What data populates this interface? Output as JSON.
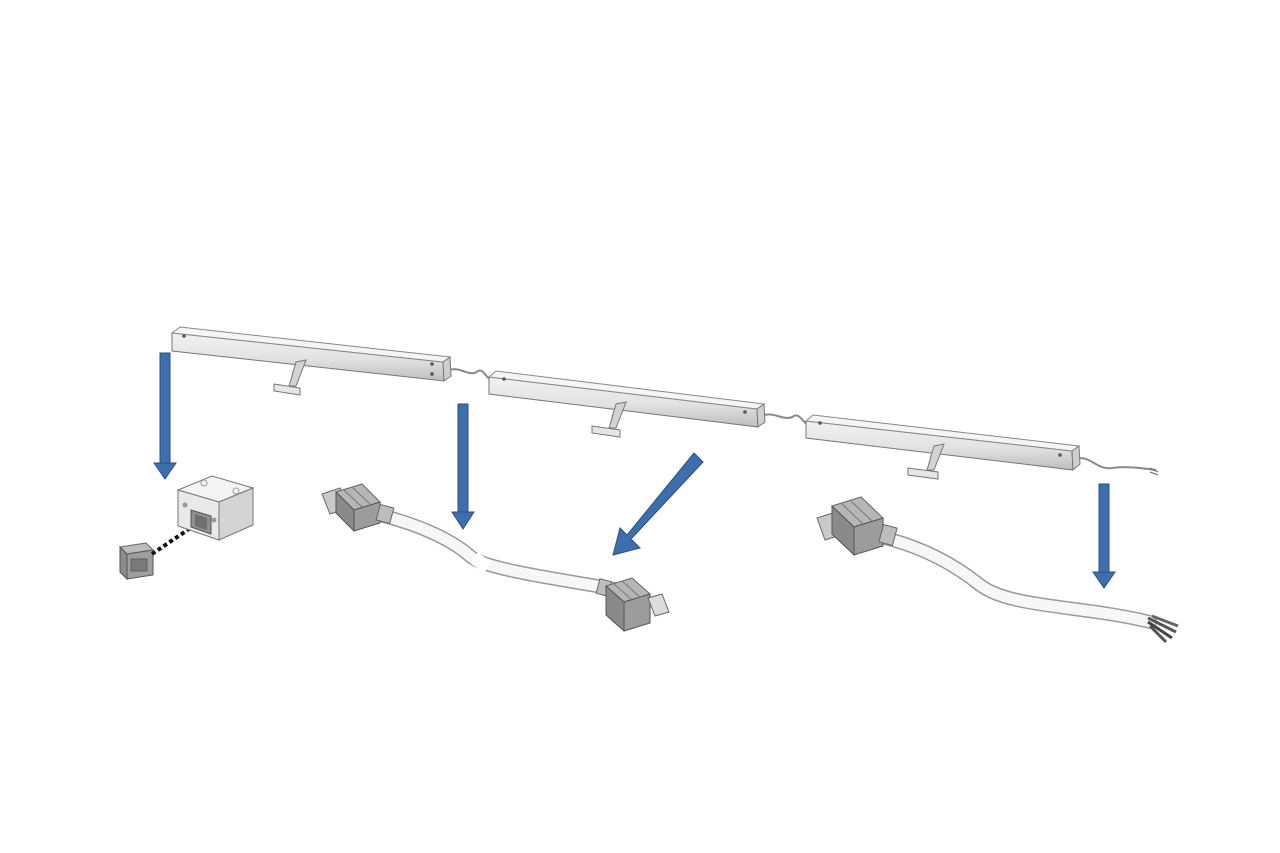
{
  "diagram": {
    "kind": "exploded-assembly",
    "colors": {
      "background": "#ffffff",
      "arrow": "#3f6eac",
      "arrow_edge": "#2b4f82",
      "housing_light": "#ececec",
      "housing_mid": "#d6d6d6",
      "housing_dark": "#a9a9a9",
      "outline": "#6e6e6e",
      "connector_light": "#b4b4b4",
      "connector_dark": "#7c7c7c",
      "cable": "#f7f7f7",
      "cable_outline": "#9a9a9a",
      "dashed_arrow": "#111111"
    },
    "light_bars": [
      {
        "name": "light-bar-1",
        "has_bracket": true
      },
      {
        "name": "light-bar-2",
        "has_bracket": true
      },
      {
        "name": "light-bar-3",
        "has_bracket": true
      }
    ],
    "callout_arrows": [
      {
        "name": "arrow-to-junction-box",
        "style": "solid"
      },
      {
        "name": "arrow-to-connector-cable-left",
        "style": "solid"
      },
      {
        "name": "arrow-to-connector-cable-right-end",
        "style": "solid"
      },
      {
        "name": "arrow-to-lead-wire",
        "style": "solid"
      },
      {
        "name": "arrow-insert-end-cap",
        "style": "dashed"
      }
    ],
    "components": [
      {
        "name": "end-cap"
      },
      {
        "name": "junction-box"
      },
      {
        "name": "connector-cable-double"
      },
      {
        "name": "power-lead-cable"
      }
    ]
  }
}
